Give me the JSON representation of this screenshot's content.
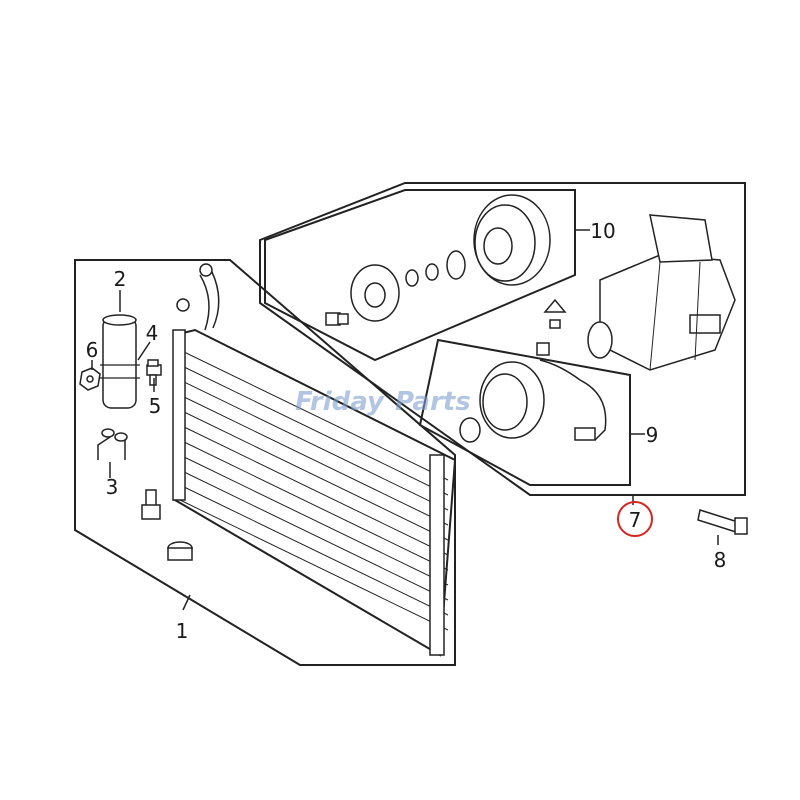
{
  "callouts": {
    "c1": "1",
    "c2": "2",
    "c3": "3",
    "c4": "4",
    "c5": "5",
    "c6": "6",
    "c7": "7",
    "c8": "8",
    "c9": "9",
    "c10": "10"
  },
  "highlighted_callout": "7",
  "highlight_color": "#d9241f",
  "watermark": {
    "part1": "Friday",
    "part2": "Parts"
  }
}
